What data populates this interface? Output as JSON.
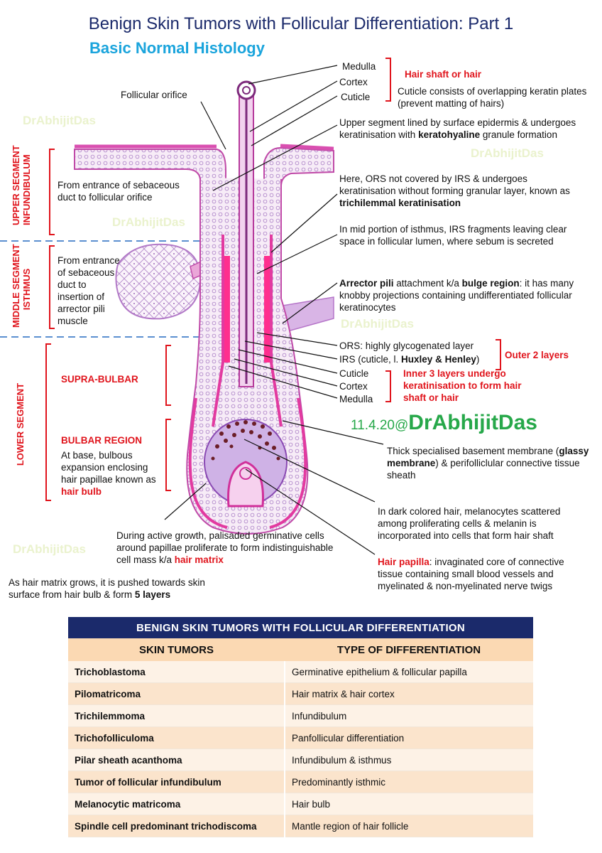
{
  "title": "Benign Skin Tumors with Follicular Differentiation: Part 1",
  "subtitle": "Basic Normal Histology",
  "watermark": "DrAbhijitDas",
  "signature": {
    "date": "11.4.20@",
    "name": "DrAbhijitDas"
  },
  "segments": {
    "upper": "UPPER SEGMENT INFUNDIBULUM",
    "upper_line1": "UPPER SEGMENT",
    "upper_line2": "INFUNDIBULUM",
    "middle_line1": "MIDDLE SEGMENT",
    "middle_line2": "ISTHMUS",
    "lower": "LOWER SEGMENT"
  },
  "left_labels": {
    "follicular_orifice": "Follicular orifice",
    "infundibulum_desc": "From entrance of sebaceous duct to follicular orifice",
    "isthmus_desc_1": "From entrance",
    "isthmus_desc_2": "of sebaceous",
    "isthmus_desc_3": "duct to",
    "isthmus_desc_4": "insertion of",
    "isthmus_desc_5": "arrector pili",
    "isthmus_desc_6": "muscle",
    "supra_bulbar": "SUPRA-BULBAR",
    "bulbar_region": "BULBAR REGION",
    "bulb_desc": "At base, bulbous expansion enclosing hair papillae known as",
    "bulb_term": "hair bulb",
    "matrix_desc": "During active growth, palisaded germinative cells around papillae proliferate to form indistinguishable cell mass k/a",
    "matrix_term": "hair matrix",
    "grows_desc": "As hair matrix grows, it is pushed towards skin surface from hair bulb & form",
    "grows_term": "5 layers"
  },
  "right_labels": {
    "medulla": "Medulla",
    "cortex": "Cortex",
    "cuticle": "Cuticle",
    "hair_shaft": "Hair shaft or hair",
    "cuticle_desc": "Cuticle consists of overlapping keratin plates (prevent matting of hairs)",
    "upper_seg_desc": "Upper segment lined by surface epidermis & undergoes keratinisation with",
    "upper_seg_term": "keratohyaline",
    "upper_seg_end": "granule formation",
    "ors_desc": "Here, ORS not covered by IRS & undergoes keratinisation without forming granular layer, known as",
    "ors_term": "trichilemmal keratinisation",
    "isthmus_desc": "In mid portion of isthmus, IRS fragments leaving clear space in follicular lumen, where sebum is secreted",
    "arrector_term": "Arrector pili",
    "arrector_mid": "attachment k/a",
    "bulge_term": "bulge region",
    "arrector_desc": ": it has many knobby projections containing undifferentiated follicular keratinocytes",
    "ors_layer": "ORS: highly glycogenated layer",
    "irs_layer_a": "IRS (cuticle, l.",
    "irs_layer_b": "Huxley & Henley",
    "irs_layer_c": ")",
    "outer_2": "Outer 2 layers",
    "layer_cuticle": "Cuticle",
    "layer_cortex": "Cortex",
    "layer_medulla": "Medulla",
    "inner_3": "Inner 3 layers undergo keratinisation to form hair shaft or hair",
    "membrane_a": "Thick specialised basement membrane (",
    "membrane_term": "glassy membrane",
    "membrane_b": ") & perifolliclular connective tissue sheath",
    "melanocyte_desc": "In dark colored hair, melanocytes scattered among proliferating cells & melanin is incorporated into cells that form hair shaft",
    "papilla_term": "Hair papilla",
    "papilla_desc": ": invaginated core of connective tissue containing small blood vessels and myelinated & non-myelinated nerve twigs"
  },
  "table": {
    "title": "BENIGN SKIN TUMORS WITH FOLLICULAR DIFFERENTIATION",
    "headers": [
      "SKIN TUMORS",
      "TYPE OF DIFFERENTIATION"
    ],
    "rows": [
      [
        "Trichoblastoma",
        "Germinative epithelium & follicular papilla"
      ],
      [
        "Pilomatricoma",
        "Hair matrix & hair cortex"
      ],
      [
        "Trichilemmoma",
        "Infundibulum"
      ],
      [
        "Trichofolliculoma",
        "Panfollicular differentiation"
      ],
      [
        "Pilar sheath acanthoma",
        "Infundibulum & isthmus"
      ],
      [
        "Tumor of follicular infundibulum",
        "Predominantly isthmic"
      ],
      [
        "Melanocytic matricoma",
        "Hair bulb"
      ],
      [
        "Spindle cell predominant trichodiscoma",
        "Mantle region of hair follicle"
      ]
    ]
  },
  "colors": {
    "title": "#1b2a6b",
    "subtitle": "#1aa4dc",
    "red": "#e0141c",
    "green": "#27a84a",
    "pink": "#e23aa0",
    "lavender": "#c9a3dd"
  }
}
